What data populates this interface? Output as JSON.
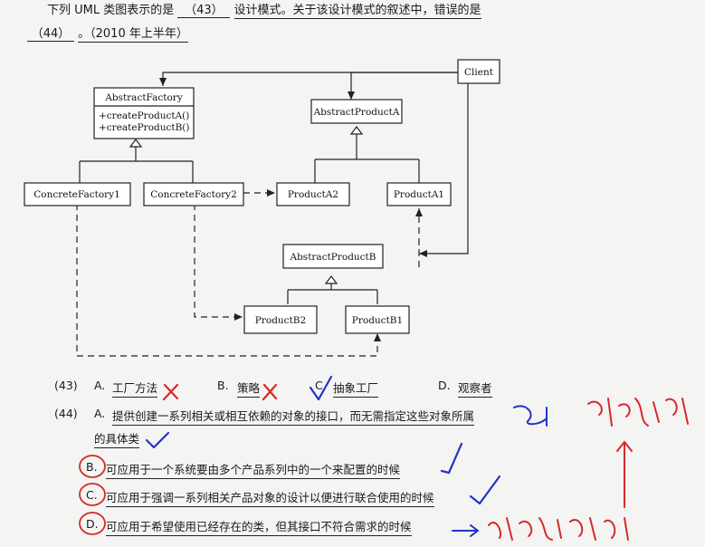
{
  "question": {
    "line1_prefix": "下列 UML 类图表示的是",
    "blank43": "（43）",
    "line1_mid": "设计模式。",
    "line1_suffix": "关于该设计模式的叙述中，错误的是",
    "blank44": "（44）",
    "line2_suffix": "。（2010 年上半年）"
  },
  "diagram": {
    "client": "Client",
    "abstract_factory": "AbstractFactory",
    "af_method_a": "+createProductA()",
    "af_method_b": "+createProductB()",
    "abstract_product_a": "AbstractProductA",
    "concrete_factory_1": "ConcreteFactory1",
    "concrete_factory_2": "ConcreteFactory2",
    "product_a2": "ProductA2",
    "product_a1": "ProductA1",
    "abstract_product_b": "AbstractProductB",
    "product_b2": "ProductB2",
    "product_b1": "ProductB1"
  },
  "q43": {
    "num": "(43)",
    "a_label": "A.",
    "a_text": "工厂方法",
    "b_label": "B.",
    "b_text": "策略",
    "c_label": "C.",
    "c_text": "抽象工厂",
    "d_label": "D.",
    "d_text": "观察者"
  },
  "q44": {
    "num": "(44)",
    "a_label": "A.",
    "a_text_1": "提供创建一系列相关或相互依赖的对象的接口，而无需指定这些对象所属",
    "a_text_2": "的具体类",
    "b_label": "B.",
    "b_text": "可应用于一个系统要由多个产品系列中的一个来配置的时候",
    "c_label": "C.",
    "c_text": "可应用于强调一系列相关产品对象的设计以便进行联合使用的时候",
    "d_label": "D.",
    "d_text": "可应用于希望使用已经存在的类，但其接口不符合需求的时候"
  },
  "colors": {
    "red_ink": "#d42a2a",
    "blue_ink": "#2233c8",
    "text": "#1a1a1a",
    "page": "#f4f4f2"
  },
  "icons": [
    "cross-mark-icon",
    "check-mark-icon",
    "circle-mark-icon",
    "arrow-icon"
  ]
}
